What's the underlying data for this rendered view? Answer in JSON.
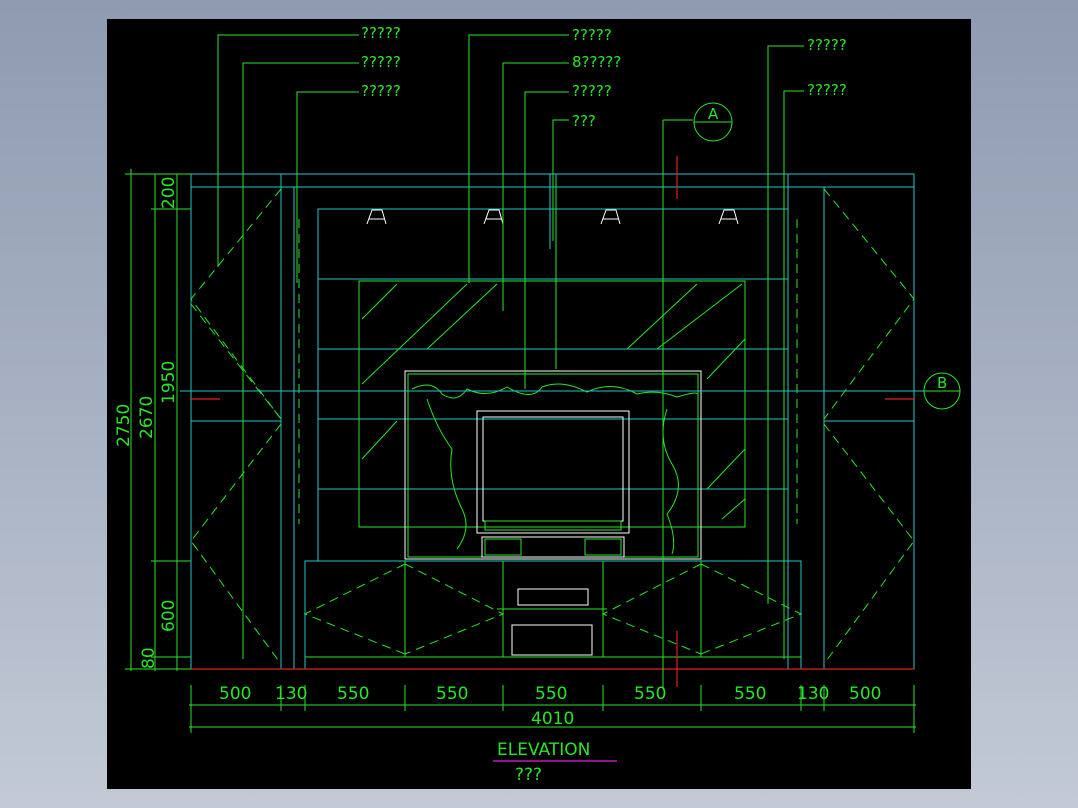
{
  "drawing": {
    "title": "ELEVATION",
    "subtitle": "???",
    "callouts": [
      "?????",
      "?????",
      "?????",
      "?????",
      "8?????",
      "?????",
      "???",
      "?????",
      "?????"
    ],
    "section_markers": [
      "A",
      "B"
    ],
    "vertical_dims": [
      "2750",
      "2670",
      "200",
      "1950",
      "600",
      "80"
    ],
    "horizontal_dims": [
      "500",
      "130",
      "550",
      "550",
      "550",
      "550",
      "550",
      "130",
      "500"
    ],
    "overall_width": "4010"
  },
  "colors": {
    "background": "#000000",
    "line_green": "#27e627",
    "line_cyan": "#20c8c8",
    "line_red": "#e02020",
    "title_underline": "#e020e0"
  }
}
